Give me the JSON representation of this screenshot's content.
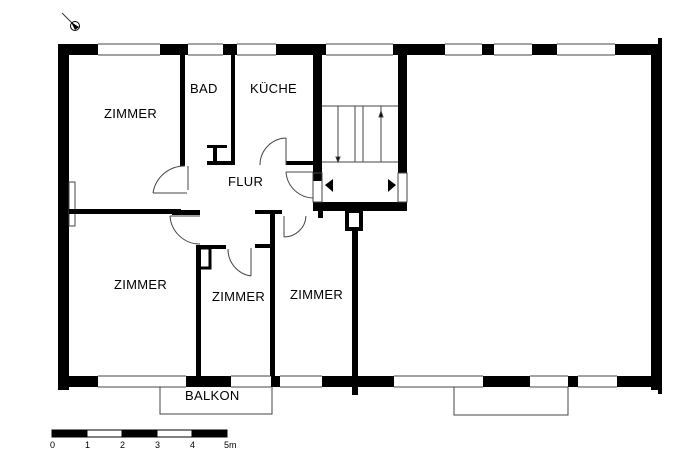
{
  "plan": {
    "rooms": [
      {
        "id": "zimmer-top-left",
        "label": "ZIMMER"
      },
      {
        "id": "bad",
        "label": "BAD"
      },
      {
        "id": "kueche",
        "label": "KÜCHE"
      },
      {
        "id": "flur",
        "label": "FLUR"
      },
      {
        "id": "zimmer-bottom-left",
        "label": "ZIMMER"
      },
      {
        "id": "zimmer-bottom-mid",
        "label": "ZIMMER"
      },
      {
        "id": "zimmer-bottom-right",
        "label": "ZIMMER"
      },
      {
        "id": "balkon",
        "label": "BALKON"
      }
    ],
    "icons": {
      "north": "north-arrow-icon",
      "stair_left": "triangle-left-icon",
      "stair_right": "triangle-right-icon"
    },
    "colors": {
      "wall": "#000000",
      "background": "#ffffff",
      "thin_line": "#444444"
    }
  },
  "scale_bar": {
    "ticks": [
      "0",
      "1",
      "2",
      "3",
      "4",
      "5m"
    ]
  }
}
